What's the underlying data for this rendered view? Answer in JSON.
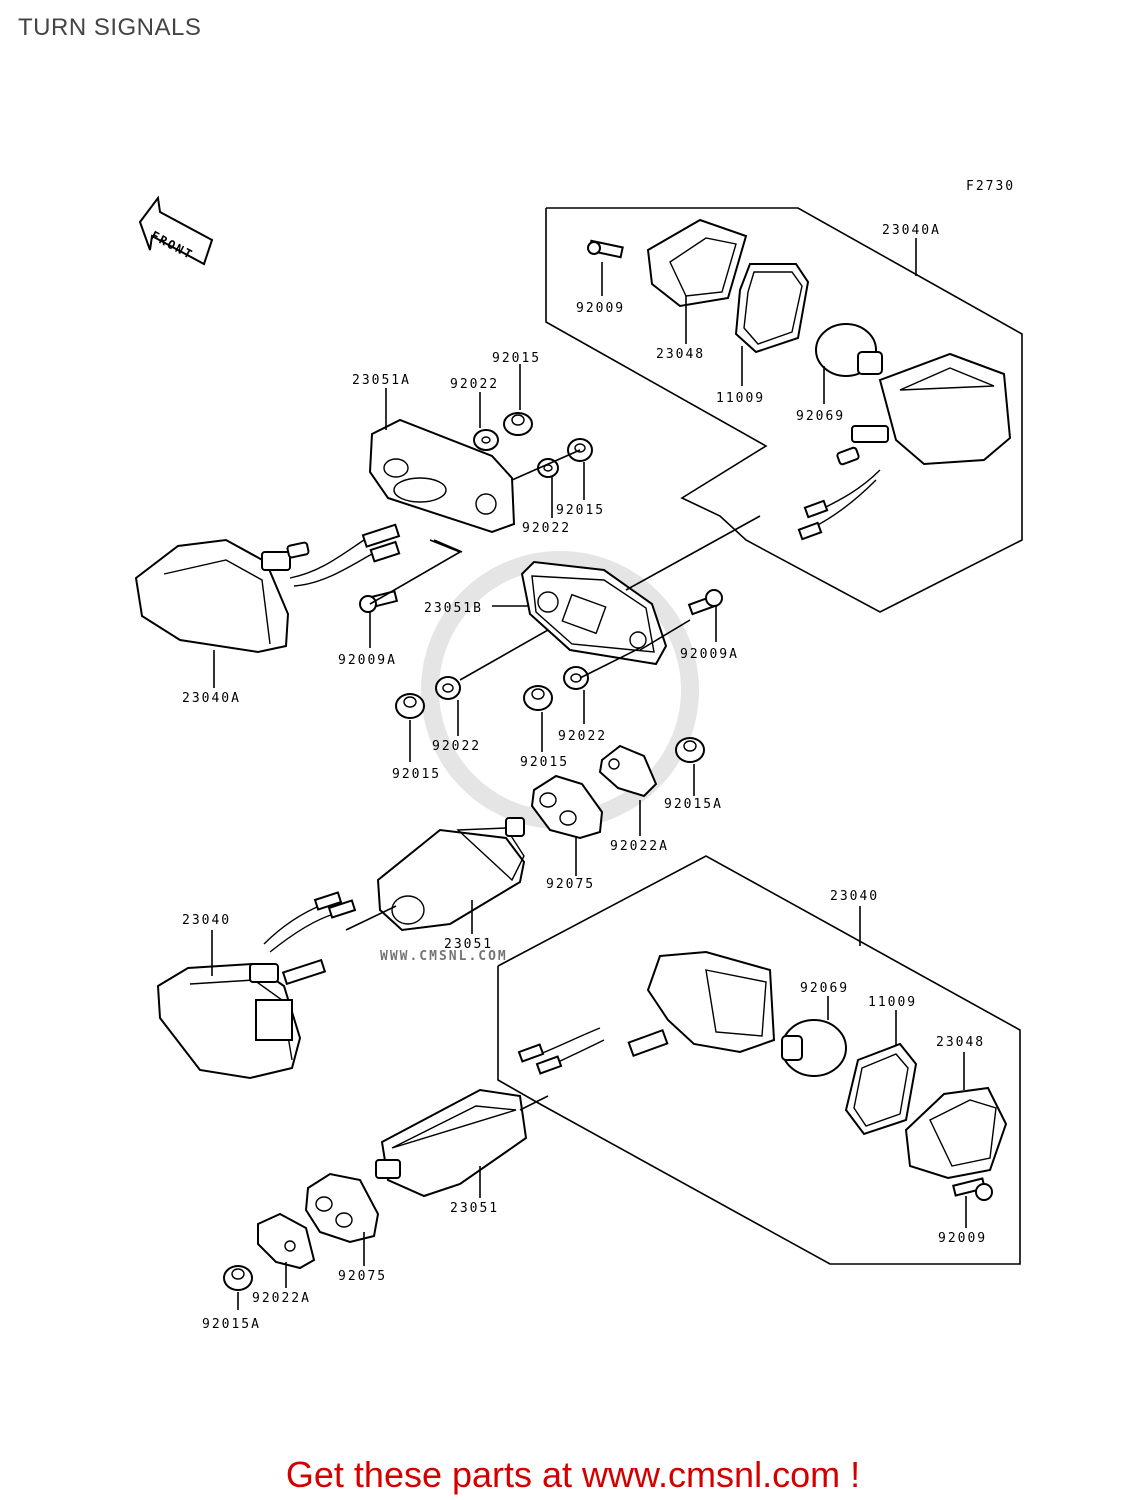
{
  "page": {
    "title": "TURN SIGNALS"
  },
  "diagram": {
    "figure_code": "F2730",
    "front_label": "FRONT",
    "watermark": "WWW.CMSNL.COM",
    "callouts": [
      "23040A",
      "92009",
      "23048",
      "11009",
      "92069",
      "23051A",
      "92015",
      "92022",
      "92015",
      "92022",
      "23040A",
      "92009A",
      "23051B",
      "92009A",
      "92022",
      "92015",
      "92015",
      "92022",
      "92015A",
      "92022A",
      "92075",
      "23040",
      "23051",
      "23040",
      "92069",
      "11009",
      "23048",
      "23051",
      "92009",
      "92075",
      "92022A",
      "92015A"
    ]
  },
  "footer": {
    "text": "Get these parts at www.cmsnl.com !"
  }
}
